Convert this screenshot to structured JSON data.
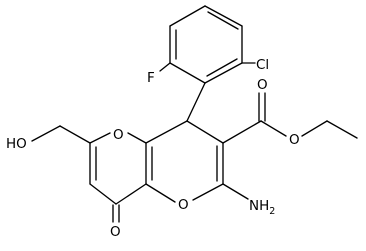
{
  "diagram": {
    "type": "chemical-structure",
    "line_color": "#000000",
    "background": "#ffffff",
    "atom_labels": {
      "cl": "Cl",
      "f": "F",
      "o_ring_top": "O",
      "o_ring_bottom": "O",
      "o_ester_carbonyl": "O",
      "o_ester_ether": "O",
      "o_ketone": "O",
      "ho": "HO",
      "nh2": "NH",
      "nh2_subscript": "2"
    }
  }
}
